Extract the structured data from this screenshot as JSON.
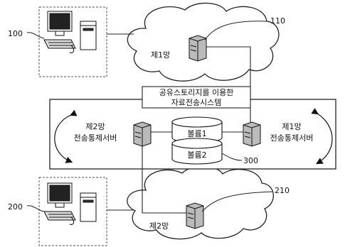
{
  "labels": {
    "computer_top_ref": "100",
    "computer_bottom_ref": "200",
    "server_top_ref": "110",
    "server_bottom_ref": "210",
    "volumes_ref": "300",
    "net1_label": "제1망",
    "net2_label": "제2망",
    "system_title_line1": "공유스토리지를 이용한",
    "system_title_line2": "자료전송시스템",
    "left_server_line1": "제2망",
    "left_server_line2": "전송통제서버",
    "right_server_line1": "제1망",
    "right_server_line2": "전송통제서버",
    "volume1": "볼륨1",
    "volume2": "볼륨2"
  }
}
